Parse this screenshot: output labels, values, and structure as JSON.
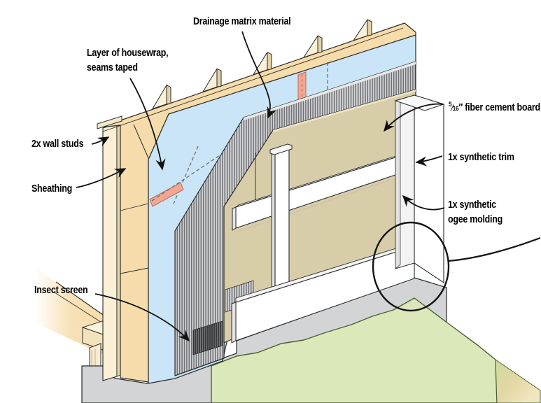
{
  "figure": {
    "type": "wall-assembly-construction-detail",
    "labels": {
      "drainage_matrix": "Drainage matrix material",
      "housewrap_line1": "Layer of housewrap,",
      "housewrap_line2": "seams taped",
      "wall_studs": "2x wall studs",
      "sheathing": "Sheathing",
      "insect_screen": "Insect screen",
      "fiber_cement_frac_num": "5",
      "fiber_cement_frac_slash": "⁄",
      "fiber_cement_frac_den": "16",
      "fiber_cement_rest": "″ fiber cement board",
      "synthetic_trim": "1x synthetic trim",
      "ogee_line1": "1x synthetic",
      "ogee_line2": "ogee molding"
    },
    "colors": {
      "sheathing_tan": "#f7dcab",
      "stud_cream": "#f9f0d6",
      "housewrap_blue": "#c9e5f7",
      "tape_pink": "#f1a791",
      "drainage_matrix_gray": "#9a9b9d",
      "fiber_cement_khaki": "#d8cda9",
      "trim_white": "#ffffff",
      "foundation_gray": "#d3d4d6",
      "grass_green": "#dbe8ba",
      "line_black": "#1c1c1c"
    }
  }
}
